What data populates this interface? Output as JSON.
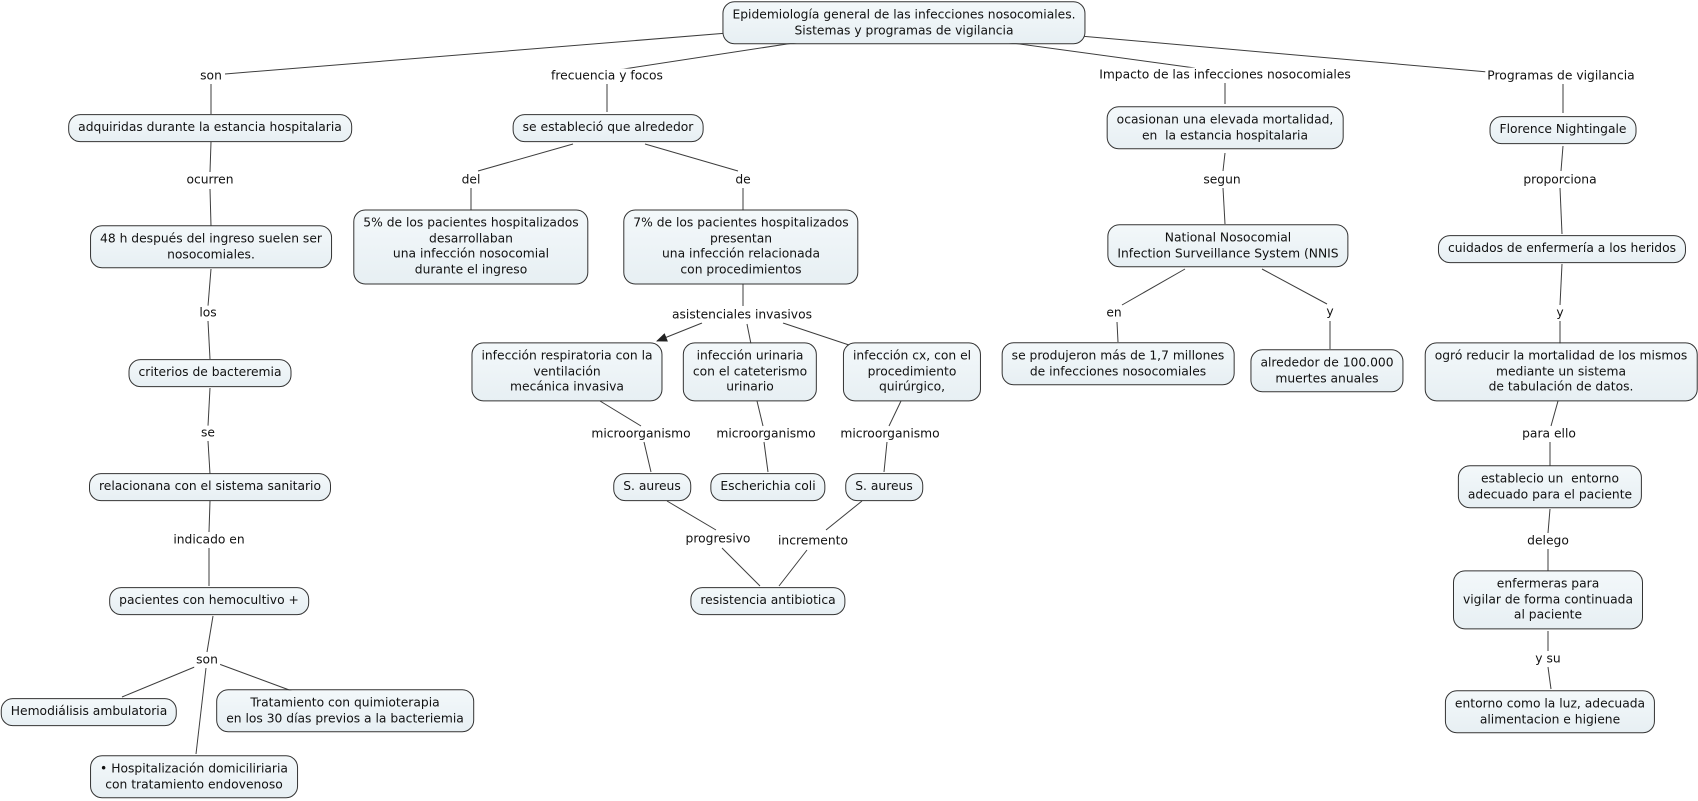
{
  "map": {
    "title": "Epidemiología general de las infecciones nosocomiales.\nSistemas y programas de vigilancia",
    "definition_branch": {
      "link_son": "son",
      "adquiridas": "adquiridas durante la estancia hospitalaria",
      "link_ocurren": "ocurren",
      "despues_ingreso": "48 h después del ingreso suelen ser\nnosocomiales.",
      "link_los": "los",
      "criterios": "criterios de bacteremia",
      "link_se": "se",
      "relacionana": "relacionana con el sistema sanitario",
      "link_indicado_en": "indicado en",
      "hemocultivo": "pacientes con hemocultivo +",
      "link_son2": "son",
      "hemodialisis": "Hemodiálisis ambulatoria",
      "quimioterapia": "Tratamiento con quimioterapia\nen los 30 días previos a la bacteriemia",
      "hospitalizacion": "• Hospitalización domiciliriaria\ncon tratamiento endovenoso"
    },
    "frecuencia_branch": {
      "link_frecuencia": "frecuencia y focos",
      "se_establecio": "se estableció que alrededor",
      "link_del": "del",
      "link_de": "de",
      "cinco_pct": "5% de los pacientes hospitalizados\ndesarrollaban\nuna infección nosocomial\ndurante el ingreso",
      "siete_pct": "7% de los pacientes hospitalizados\npresentan\nuna infección relacionada\ncon procedimientos",
      "link_asistenciales": "asistenciales invasivos",
      "respiratoria": "infección respiratoria con la\nventilación\nmecánica invasiva",
      "urinaria": "infección urinaria\ncon el cateterismo\nurinario",
      "quirurgica": "infección cx, con el\nprocedimiento\nquirúrgico,",
      "link_micro1": "microorganismo",
      "link_micro2": "microorganismo",
      "link_micro3": "microorganismo",
      "aureus1": "S. aureus",
      "escherichia": "Escherichia coli",
      "aureus2": "S. aureus",
      "link_progresivo": "progresivo",
      "link_incremento": "incremento",
      "resistencia": "resistencia antibiotica"
    },
    "impacto_branch": {
      "link_impacto": "Impacto de las infecciones nosocomiales",
      "mortalidad": "ocasionan una elevada mortalidad,\nen  la estancia hospitalaria",
      "link_segun": "segun",
      "nnis": "National Nosocomial\nInfection Surveillance System (NNIS",
      "link_en": "en",
      "link_y": "y",
      "millones": "se produjeron más de 1,7 millones\nde infecciones nosocomiales",
      "muertes": "alrededor de 100.000\nmuertes anuales"
    },
    "vigilancia_branch": {
      "link_programas": "Programas de vigilancia",
      "florence": "Florence Nightingale",
      "link_proporciona": "proporciona",
      "cuidados": "cuidados de enfermería a los heridos",
      "link_y": "y",
      "reducir": "ogró reducir la mortalidad de los mismos\nmediante un sistema\nde tabulación de datos.",
      "link_para_ello": "para ello",
      "establecio": "establecio un  entorno\nadecuado para el paciente",
      "link_delego": "delego",
      "enfermeras": "enfermeras para\nvigilar de forma continuada\nal paciente",
      "link_y_su": "y su",
      "entorno": "entorno como la luz, adecuada\nalimentacion e higiene"
    },
    "colors": {
      "background": "#ffffff",
      "node_fill": "#ecf2f5",
      "node_border": "#333333",
      "connector": "#3d3d3d",
      "text": "#111111"
    }
  }
}
